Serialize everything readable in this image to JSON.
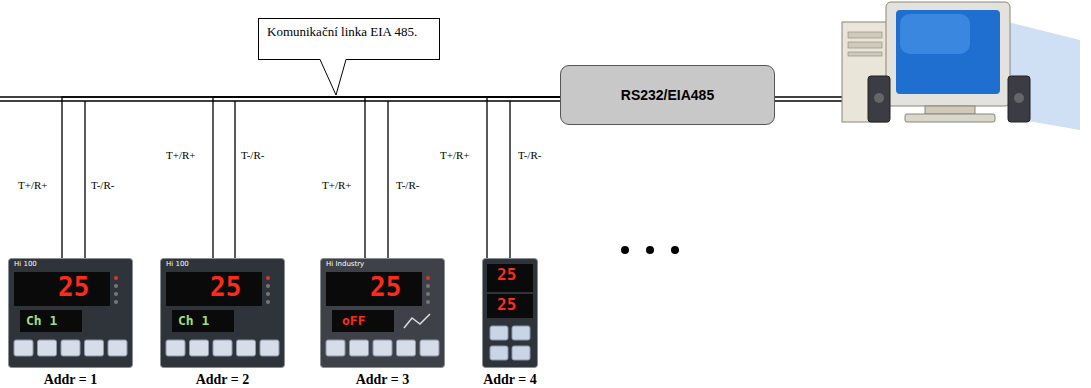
{
  "diagram": {
    "nodes": [
      {
        "text": [
          "Komunikační linka EIA 485."
        ]
      },
      {
        "text": [
          "RS232/EIA485"
        ]
      },
      {
        "text": [
          "Addr = 1"
        ]
      },
      {
        "text": [
          "Addr = 2"
        ]
      },
      {
        "text": [
          "Addr = 3"
        ]
      },
      {
        "text": [
          "Addr = 4"
        ]
      }
    ],
    "edges": [
      {
        "from": 2,
        "to": 1,
        "arrow": "none"
      },
      {
        "from": 3,
        "to": 1,
        "arrow": "none"
      },
      {
        "from": 4,
        "to": 1,
        "arrow": "none"
      },
      {
        "from": 5,
        "to": 1,
        "arrow": "none"
      }
    ],
    "labels": [
      "T+/R+",
      "T-/R-",
      "T+/R+",
      "T-/R-",
      "T+/R+",
      "T-/R-",
      "T+/R+",
      "T-/R-",
      "Hi 100",
      "25",
      "Ch 1",
      "Hi 100",
      "25",
      "Ch 1",
      "Hi Industry",
      "25",
      "oFF",
      "25",
      "25"
    ]
  }
}
